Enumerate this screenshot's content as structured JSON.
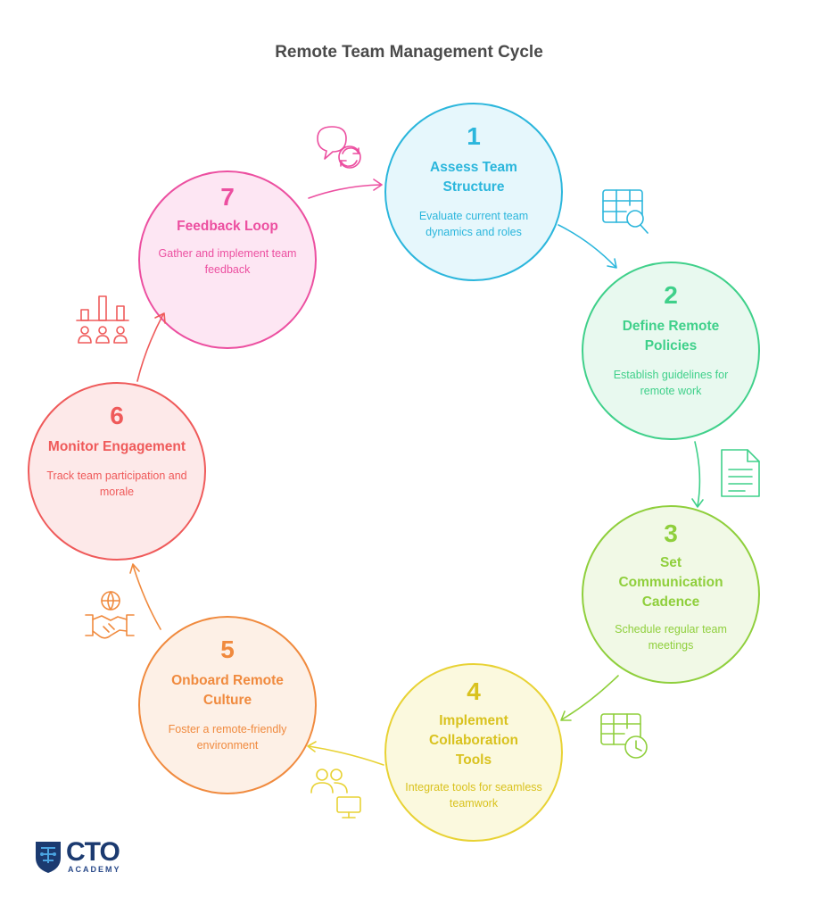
{
  "title": "Remote Team Management Cycle",
  "steps": [
    {
      "num": "1",
      "title": "Assess Team Structure",
      "desc": "Evaluate current team dynamics and roles",
      "color": "#2bb6dc",
      "fill": "#e6f7fc",
      "icon": "table-search-icon"
    },
    {
      "num": "2",
      "title": "Define Remote Policies",
      "desc": "Establish guidelines for remote work",
      "color": "#3fd08a",
      "fill": "#e8f9ef",
      "icon": "document-icon"
    },
    {
      "num": "3",
      "title": "Set Communication Cadence",
      "desc": "Schedule regular team meetings",
      "color": "#8fcf3c",
      "fill": "#f1f9e6",
      "icon": "calendar-clock-icon"
    },
    {
      "num": "4",
      "title": "Implement Collaboration Tools",
      "desc": "Integrate tools for seamless teamwork",
      "color": "#e8d234",
      "fill": "#fbf9de",
      "icon": "users-monitor-icon"
    },
    {
      "num": "5",
      "title": "Onboard Remote Culture",
      "desc": "Foster a remote-friendly environment",
      "color": "#f08a3e",
      "fill": "#fdf0e6",
      "icon": "handshake-globe-icon"
    },
    {
      "num": "6",
      "title": "Monitor Engagement",
      "desc": "Track team participation and morale",
      "color": "#ef5a5a",
      "fill": "#fde9e9",
      "icon": "chart-people-icon"
    },
    {
      "num": "7",
      "title": "Feedback Loop",
      "desc": "Gather and implement team feedback",
      "color": "#ec4fa0",
      "fill": "#fde6f3",
      "icon": "chat-refresh-icon"
    }
  ],
  "logo": {
    "main": "CTO",
    "sub": "ACADEMY"
  }
}
